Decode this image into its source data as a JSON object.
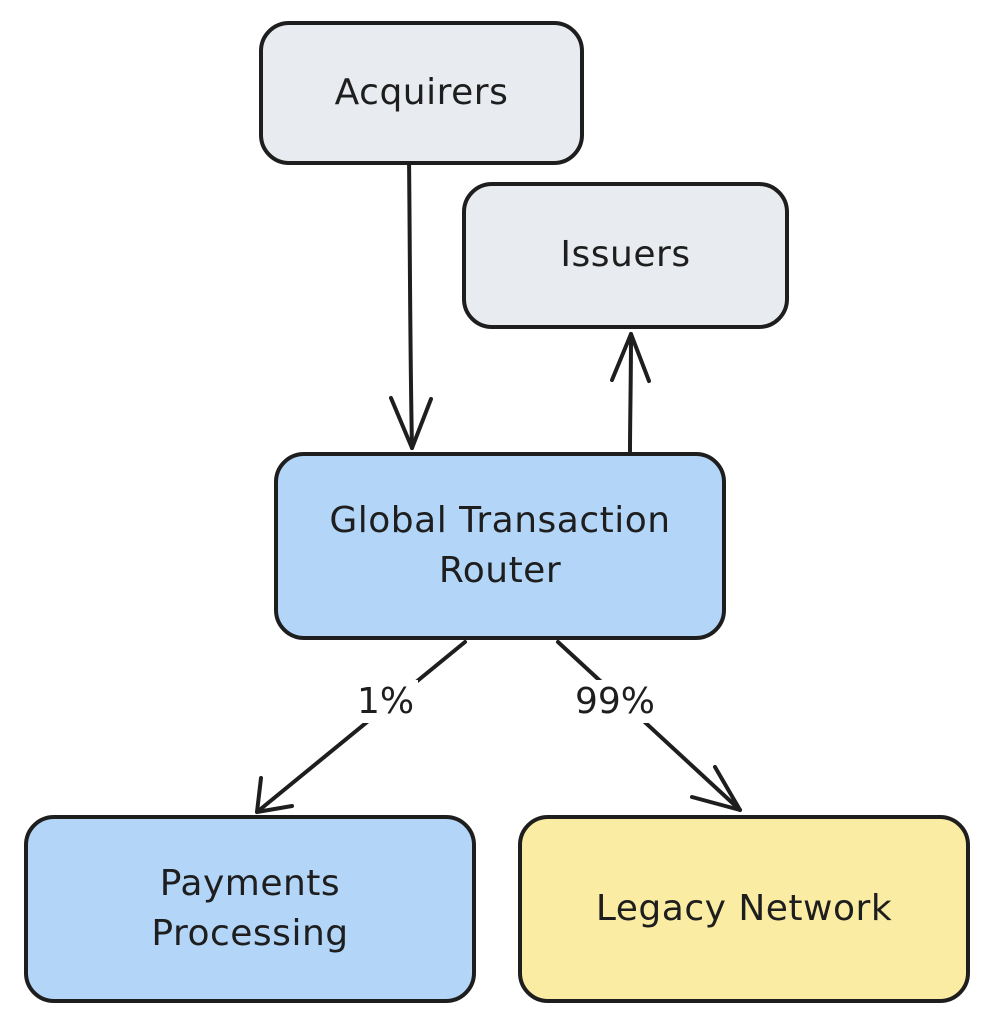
{
  "nodes": {
    "acquirers": {
      "label": "Acquirers",
      "fill": "#e8ebef"
    },
    "issuers": {
      "label": "Issuers",
      "fill": "#e8ebef"
    },
    "router": {
      "label": "Global Transaction\nRouter",
      "fill": "#b2d5f8"
    },
    "payments": {
      "label": "Payments\nProcessing",
      "fill": "#b2d5f8"
    },
    "legacy": {
      "label": "Legacy Network",
      "fill": "#fbeca3"
    }
  },
  "edges": [
    {
      "from": "Acquirers",
      "to": "Global Transaction Router",
      "label": ""
    },
    {
      "from": "Global Transaction Router",
      "to": "Issuers",
      "label": ""
    },
    {
      "from": "Global Transaction Router",
      "to": "Payments Processing",
      "label": "1%"
    },
    {
      "from": "Global Transaction Router",
      "to": "Legacy Network",
      "label": "99%"
    }
  ],
  "edge_labels": {
    "payments": "1%",
    "legacy": "99%"
  },
  "colors": {
    "stroke": "#1e1e1e",
    "gray_fill": "#e8ebef",
    "blue_fill": "#b2d5f8",
    "yellow_fill": "#fbeca3"
  }
}
